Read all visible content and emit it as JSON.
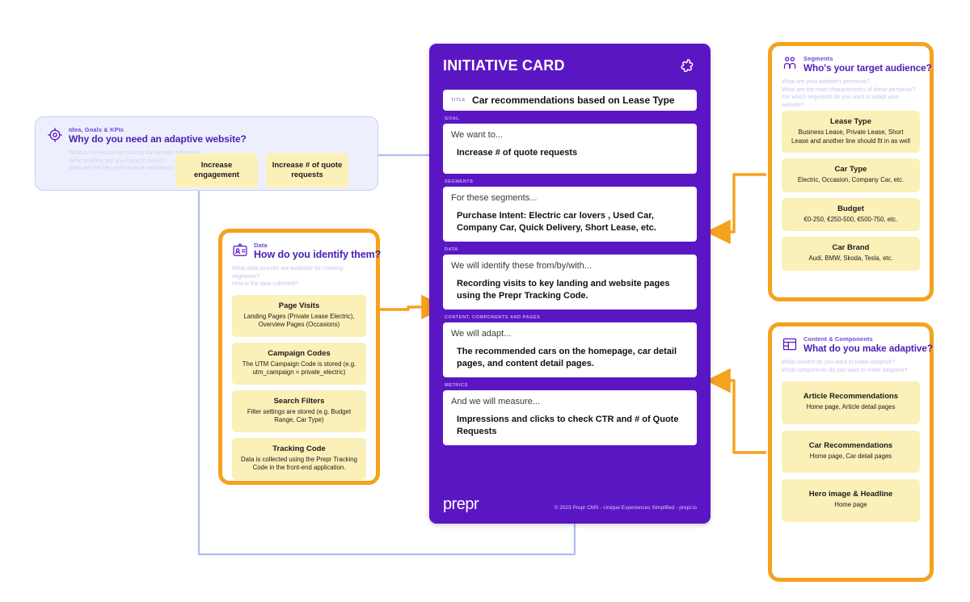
{
  "idea_card": {
    "icon": "target-icon",
    "kicker": "Idea, Goals & KPIs",
    "title": "Why do you need an adaptive website?",
    "sub_lines": [
      "What is the reason for making the website adaptive?",
      "What problem are you trying to solve?",
      "What are the key performance indicators?"
    ],
    "chips": [
      "Increase engagement",
      "Increase # of quote requests"
    ],
    "colors": {
      "bg": "#EDF0FC",
      "border": "#C8CEF5",
      "title": "#4A1FB8"
    }
  },
  "data_card": {
    "icon": "id-badge-icon",
    "kicker": "Data",
    "title": "How do you identify them?",
    "sub_lines": [
      "What data sources are available for creating segments?",
      "How is the data collected?"
    ],
    "notes": [
      {
        "title": "Page Visits",
        "body": "Landing Pages (Private Lease Electric), Overview Pages (Occasions)"
      },
      {
        "title": "Campaign Codes",
        "body": "The UTM Campaign Code is stored (e.g. utm_campaign = private_electric)"
      },
      {
        "title": "Search Filters",
        "body": "Filter settings are stored (e.g. Budget Range, Car Type)"
      },
      {
        "title": "Tracking Code",
        "body": "Data is collected using the Prepr Tracking Code in the front-end application."
      }
    ]
  },
  "segments_card": {
    "icon": "people-icon",
    "kicker": "Segments",
    "title": "Who's your target audience?",
    "sub_lines": [
      "What are your website's personas?",
      "What are the main characteristics of these personas?",
      "For which segments do you want to adapt your website?"
    ],
    "notes": [
      {
        "title": "Lease Type",
        "body": "Business Lease, Private Lease, Short Lease and another line should fit in as well"
      },
      {
        "title": "Car Type",
        "body": "Electric, Occasion, Company Car, etc."
      },
      {
        "title": "Budget",
        "body": "€0-250, €250-500, €500-750, etc."
      },
      {
        "title": "Car Brand",
        "body": "Audi, BMW, Skoda, Tesla, etc."
      }
    ]
  },
  "content_card": {
    "icon": "layout-icon",
    "kicker": "Content & Components",
    "title": "What do you make adaptive?",
    "sub_lines": [
      "What content do you want to make adaptive?",
      "What components do you want to make adaptive?"
    ],
    "notes": [
      {
        "title": "Article Recommendations",
        "body": "Home page, Article detail pages"
      },
      {
        "title": "Car Recommendations",
        "body": "Home page, Car detail pages"
      },
      {
        "title": "Hero image & Headline",
        "body": "Home page"
      }
    ]
  },
  "initiative_card": {
    "heading": "INITIATIVE CARD",
    "icon": "puzzle-piece-icon",
    "title_label": "TITLE",
    "title_value": "Car recommendations based on Lease Type",
    "sections": [
      {
        "label": "GOAL",
        "prompt": "We want to...",
        "answer": "Increase # of quote requests"
      },
      {
        "label": "SEGMENTS",
        "prompt": "For these segments...",
        "answer": "Purchase Intent: Electric car lovers , Used Car, Company Car, Quick Delivery, Short Lease, etc."
      },
      {
        "label": "DATA",
        "prompt": "We will identify these from/by/with...",
        "answer": "Recording visits to key landing and website pages using the Prepr Tracking Code."
      },
      {
        "label": "CONTENT, COMPONENTS AND PAGES",
        "prompt": "We will adapt...",
        "answer": "The recommended cars on the homepage, car detail pages, and content detail pages."
      },
      {
        "label": "METRICS",
        "prompt": "And we will measure...",
        "answer": "Impressions and clicks to check CTR and # of Quote Requests"
      }
    ],
    "logo": "prepr",
    "copyright": "© 2023 Prepr CMS - Unique Experiences Simplified - prepr.io",
    "colors": {
      "bg": "#5B16C4",
      "label": "#BFA8F2"
    }
  },
  "connectors": {
    "blue": "#AEBDF0",
    "orange": "#F5A21C"
  }
}
